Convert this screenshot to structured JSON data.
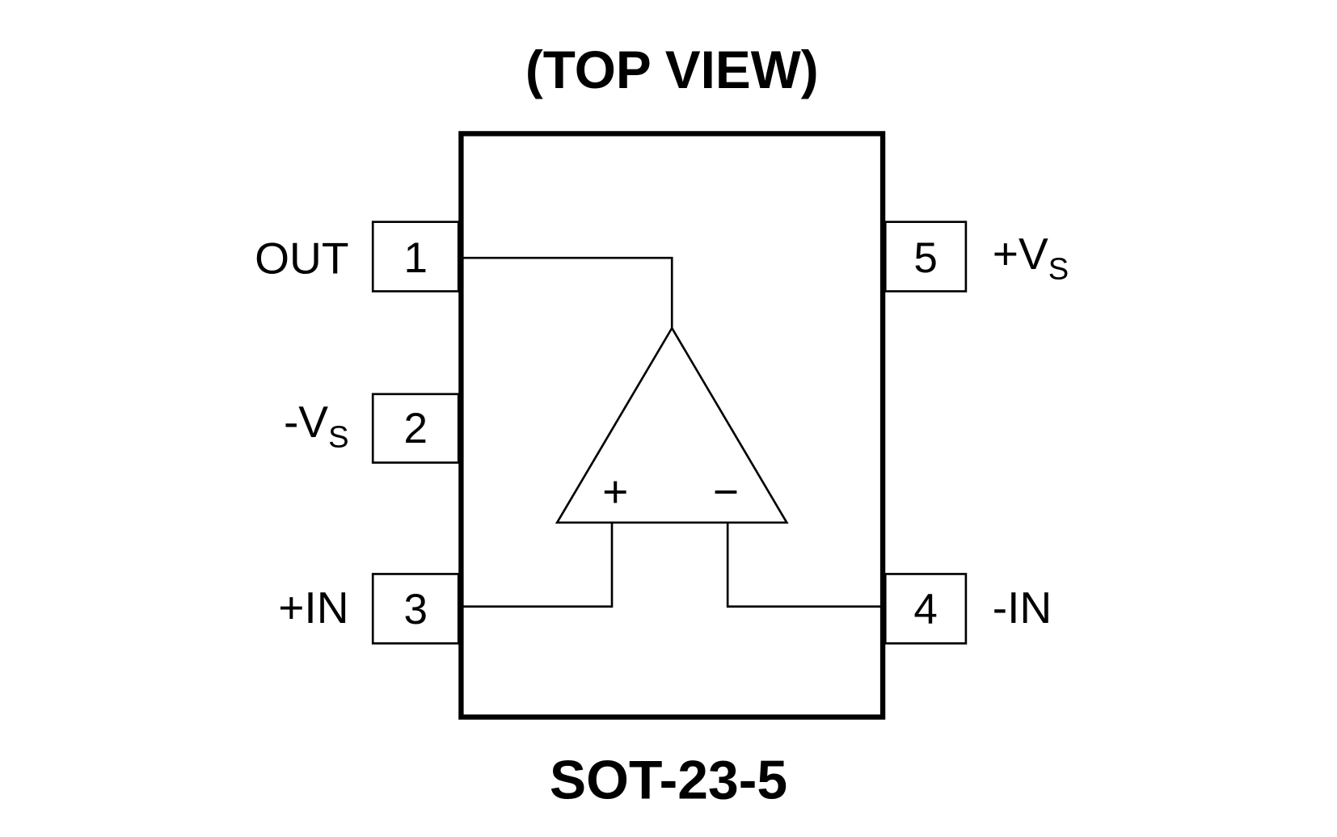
{
  "title": "(TOP VIEW)",
  "package": "SOT-23-5",
  "pins": [
    {
      "number": "1",
      "label": "OUT",
      "sub": ""
    },
    {
      "number": "2",
      "label": "-V",
      "sub": "S"
    },
    {
      "number": "3",
      "label": "+IN",
      "sub": ""
    },
    {
      "number": "4",
      "label": "-IN",
      "sub": ""
    },
    {
      "number": "5",
      "label": "+V",
      "sub": "S"
    }
  ],
  "opamp": {
    "plus": "+",
    "minus": "−"
  }
}
